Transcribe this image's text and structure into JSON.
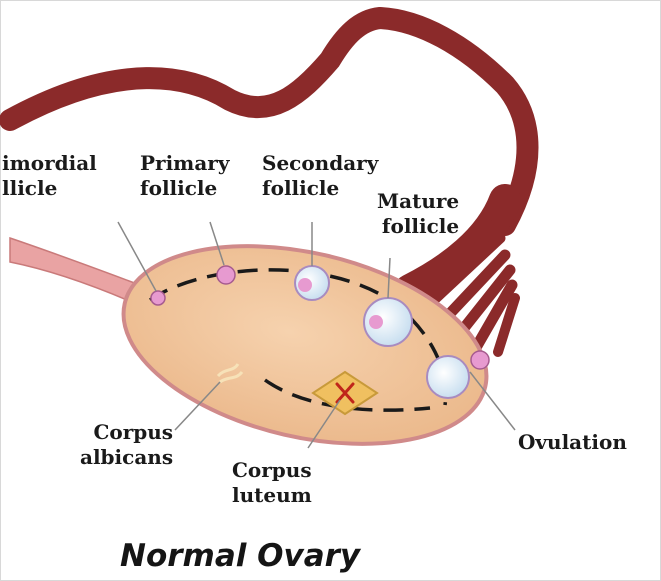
{
  "diagram": {
    "caption": "Normal Ovary",
    "labels": {
      "primordial_follicle": [
        "imordial",
        "llicle"
      ],
      "primary_follicle": [
        "Primary",
        "follicle"
      ],
      "secondary_follicle": [
        "Secondary",
        "follicle"
      ],
      "mature_follicle": [
        "Mature",
        "follicle"
      ],
      "corpus_albicans": [
        "Corpus",
        "albicans"
      ],
      "corpus_luteum": [
        "Corpus",
        "luteum"
      ],
      "ovulation": [
        "Ovulation"
      ]
    },
    "colors": {
      "ovary_fill": "#f2c49a",
      "ovary_outline": "#d08a8a",
      "ligament": "#e9a3a3",
      "oviduct": "#8b2a2a",
      "follicle_pink": "#e79ad0",
      "follicle_light": "#e8f2fa",
      "corpus_luteum": "#f0c060",
      "cl_x": "#c0261a",
      "pointer": "#888888"
    }
  }
}
